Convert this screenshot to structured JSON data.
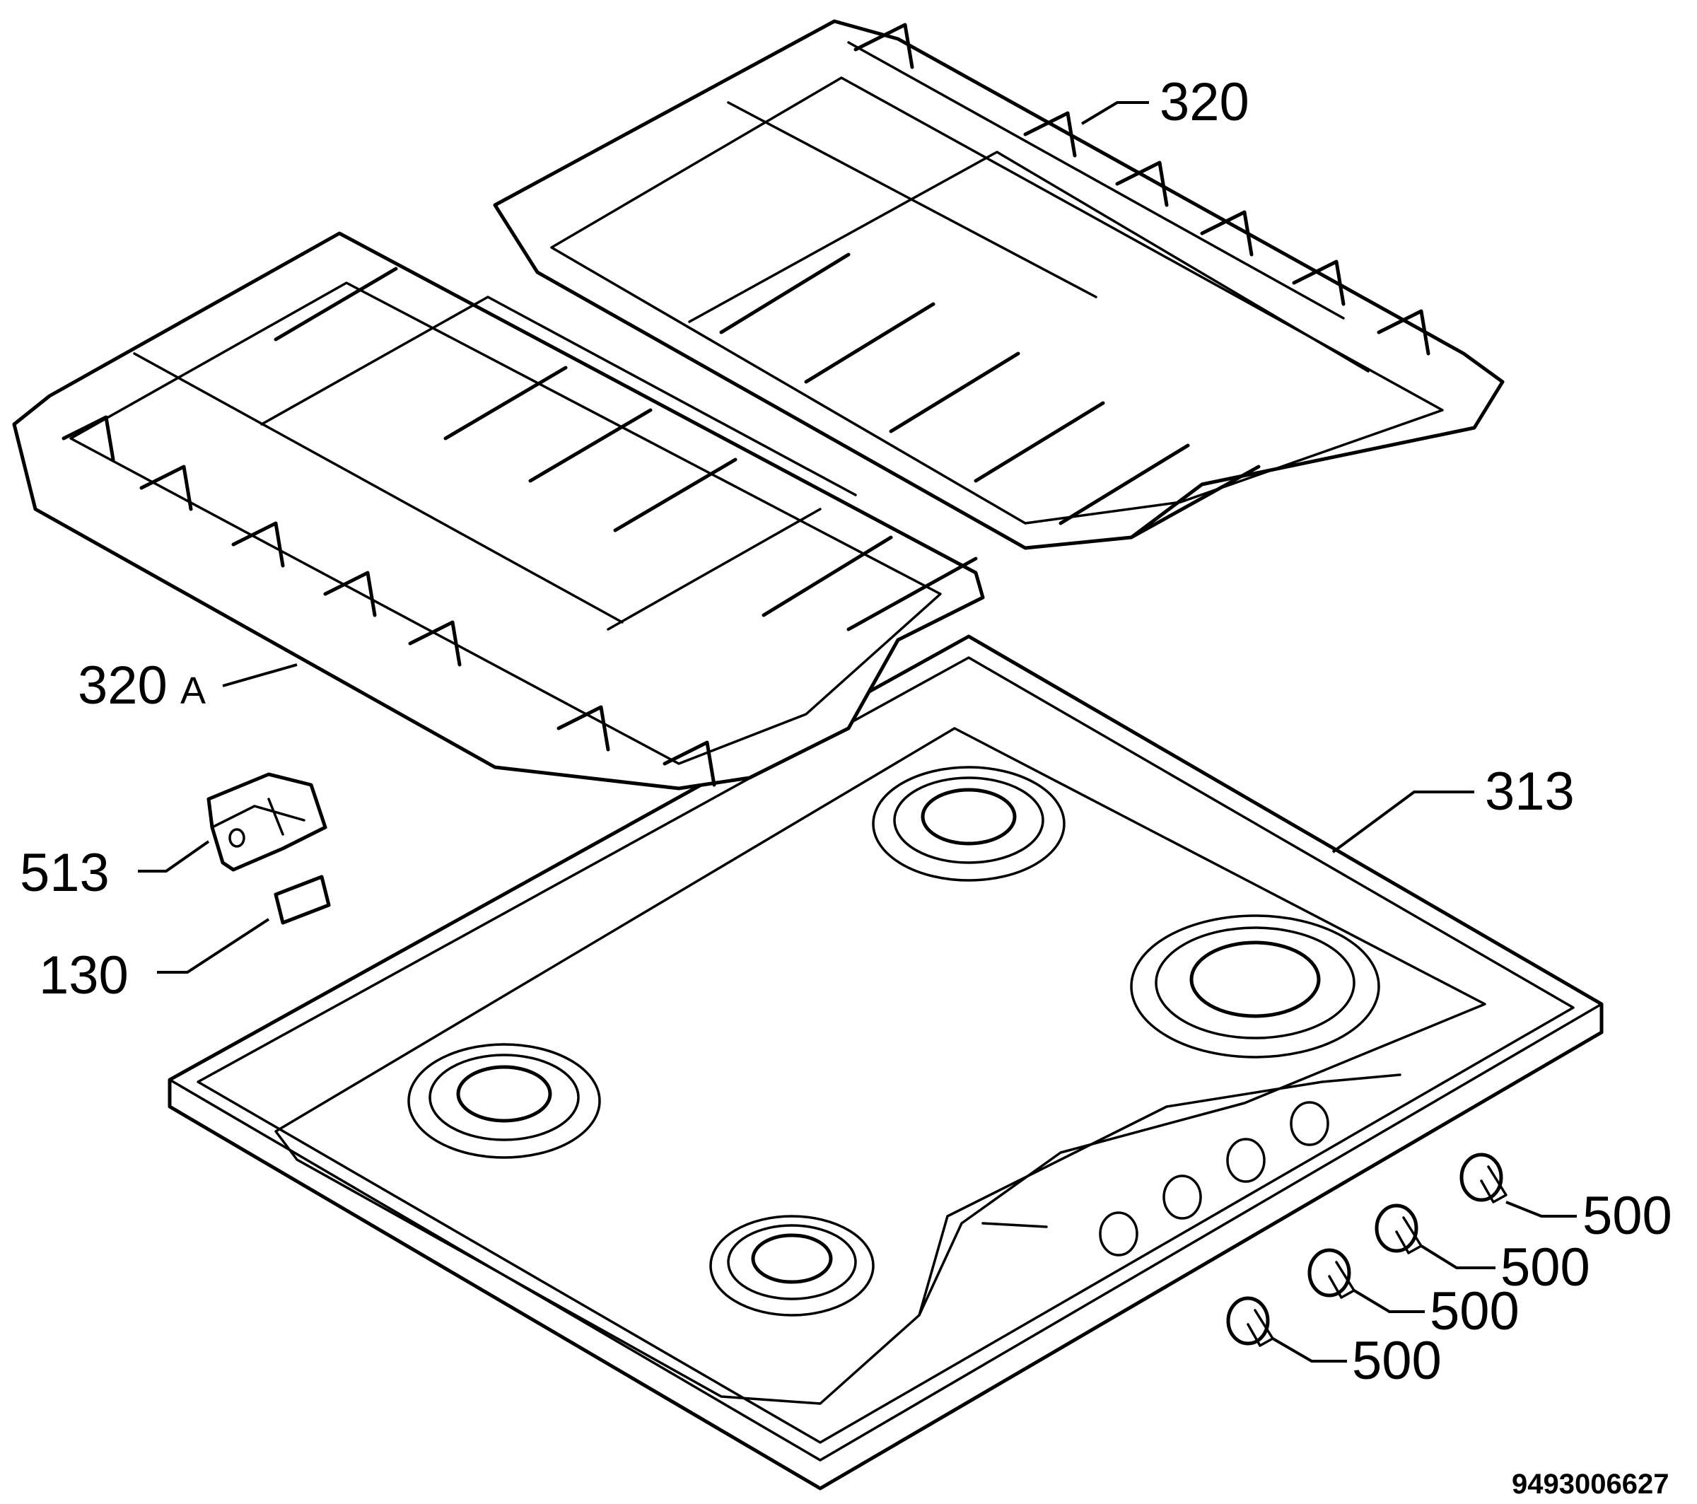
{
  "callouts": {
    "grid_right": "320",
    "grid_left_num": "320",
    "grid_left_suffix": "A",
    "hob_top": "313",
    "clip": "513",
    "clip_pad": "130",
    "knob_1": "500",
    "knob_2": "500",
    "knob_3": "500",
    "knob_4": "500"
  },
  "document_number": "9493006627"
}
